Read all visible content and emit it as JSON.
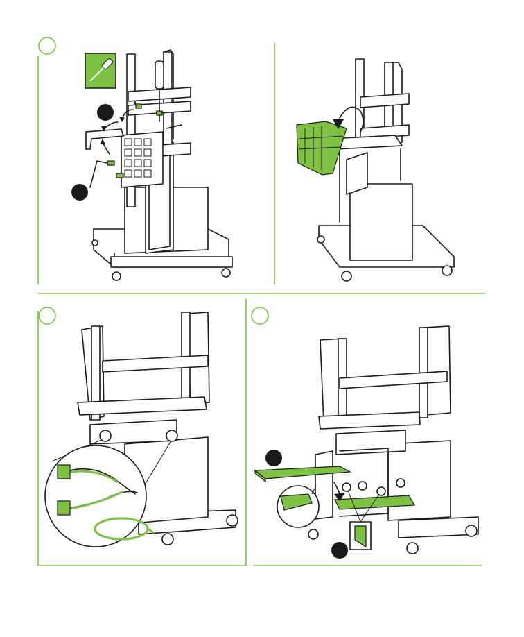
{
  "colors": {
    "accent": "#7dc242",
    "ink": "#1a1a1a",
    "background": "#ffffff"
  },
  "icons": [
    "screwdriver-icon",
    "rotate-arrow-icon",
    "down-arrow-icon"
  ],
  "panels": [
    {
      "id": "panel-1",
      "step_marker": "",
      "sub_markers": [
        "",
        ""
      ]
    },
    {
      "id": "panel-2",
      "step_marker": ""
    },
    {
      "id": "panel-3",
      "step_marker": ""
    },
    {
      "id": "panel-4",
      "step_marker": "",
      "sub_markers": [
        "",
        ""
      ]
    }
  ]
}
